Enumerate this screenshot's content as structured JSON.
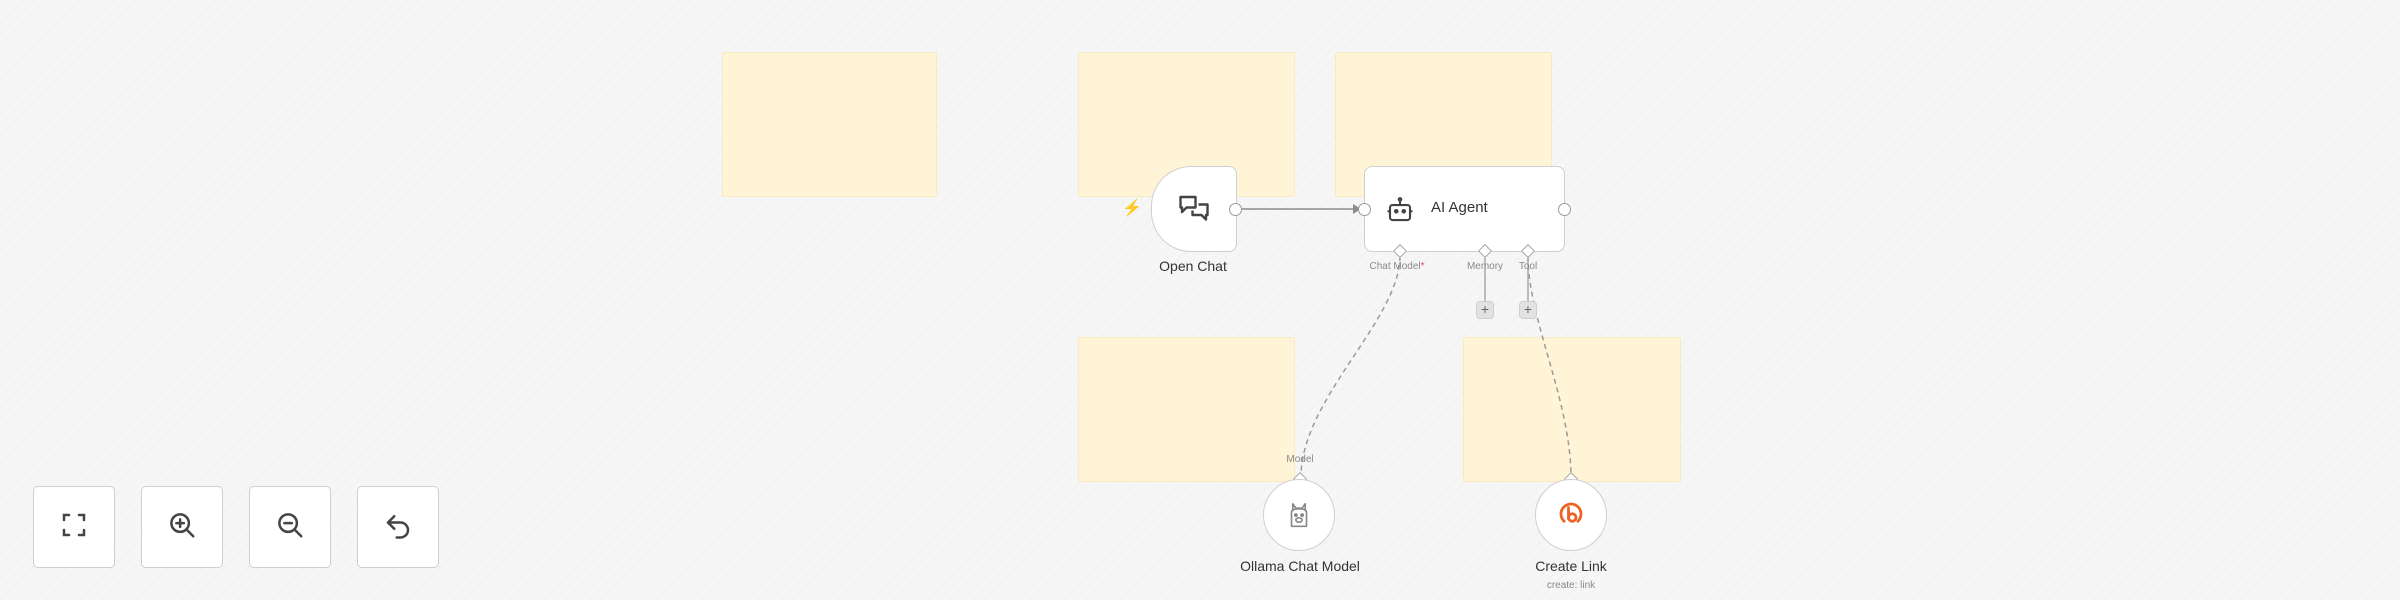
{
  "workflow": {
    "trigger": {
      "label": "Open Chat",
      "icon": "chat-bubbles-icon",
      "trigger_marker": "⚡"
    },
    "agent": {
      "title": "AI Agent",
      "icon": "robot-icon",
      "ports": {
        "chat_model": "Chat Model",
        "chat_model_required": "*",
        "memory": "Memory",
        "tool": "Tool"
      },
      "add_symbol": "+"
    },
    "ollama": {
      "label": "Ollama Chat Model",
      "icon": "ollama-llama-icon",
      "port_label": "Model"
    },
    "create_link": {
      "label": "Create Link",
      "sublabel": "create: link",
      "icon": "bitly-icon"
    }
  },
  "toolbar": [
    {
      "name": "fit-view-button",
      "icon": "fullscreen-icon"
    },
    {
      "name": "zoom-in-button",
      "icon": "zoom-in-icon"
    },
    {
      "name": "zoom-out-button",
      "icon": "zoom-out-icon"
    },
    {
      "name": "undo-button",
      "icon": "undo-icon"
    }
  ],
  "colors": {
    "sticky_note": "#fff5d6",
    "canvas": "#f6f6f6",
    "trigger_bolt": "#ff5f4a",
    "bitly_brand": "#ee6123",
    "required": "#e05050"
  }
}
